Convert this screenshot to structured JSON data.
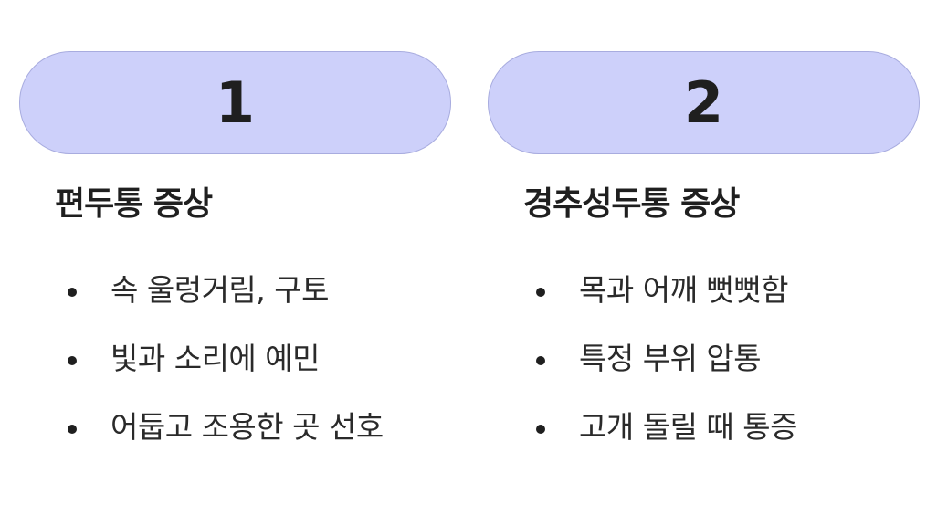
{
  "columns": [
    {
      "number": "1",
      "heading": "편두통 증상",
      "items": [
        "속 울렁거림, 구토",
        "빛과 소리에 예민",
        "어둡고 조용한 곳 선호"
      ]
    },
    {
      "number": "2",
      "heading": "경추성두통 증상",
      "items": [
        "목과 어깨 뻣뻣함",
        "특정 부위 압통",
        "고개 돌릴 때 통증"
      ]
    }
  ]
}
